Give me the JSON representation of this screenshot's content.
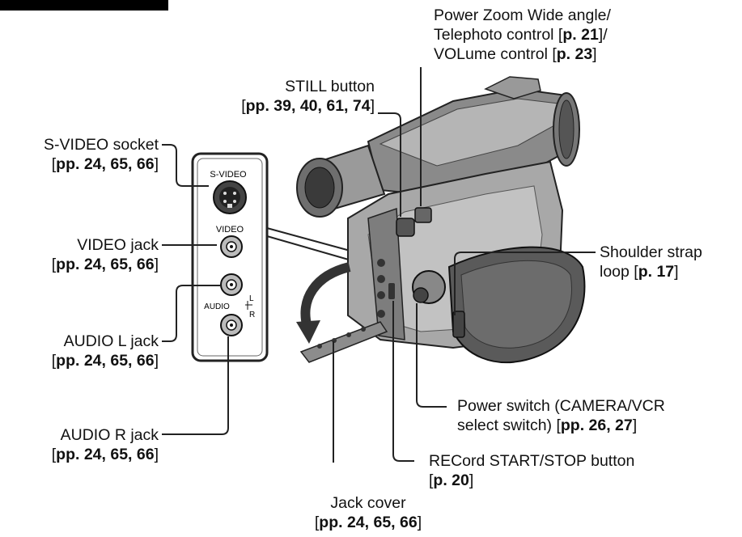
{
  "labels": {
    "zoom": {
      "line1": "Power Zoom Wide angle/",
      "line2_pre": "Telephoto control [",
      "line2_ref": "p. 21",
      "line2_post": "]/",
      "line3_pre": "VOLume control [",
      "line3_ref": "p. 23",
      "line3_post": "]"
    },
    "still": {
      "line1": "STILL button",
      "pre": "[",
      "ref": "pp. 39, 40, 61, 74",
      "post": "]"
    },
    "svideo": {
      "line1": "S-VIDEO socket",
      "pre": "[",
      "ref": "pp. 24, 65, 66",
      "post": "]"
    },
    "video": {
      "line1": "VIDEO jack",
      "pre": "[",
      "ref": "pp. 24, 65, 66",
      "post": "]"
    },
    "audio_l": {
      "line1": "AUDIO L jack",
      "pre": "[",
      "ref": "pp. 24, 65, 66",
      "post": "]"
    },
    "audio_r": {
      "line1": "AUDIO R jack",
      "pre": "[",
      "ref": "pp. 24, 65, 66",
      "post": "]"
    },
    "shoulder": {
      "line1": "Shoulder strap",
      "pre": "loop [",
      "ref": "p. 17",
      "post": "]"
    },
    "power": {
      "line1": "Power switch (CAMERA/VCR",
      "pre": "select switch) [",
      "ref": "pp. 26, 27",
      "post": "]"
    },
    "record": {
      "line1": "RECord START/STOP button",
      "pre": "[",
      "ref": "p. 20",
      "post": "]"
    },
    "jack_cover": {
      "line1": "Jack cover",
      "pre": "[",
      "ref": "pp. 24, 65, 66",
      "post": "]"
    }
  },
  "panel": {
    "svideo_text": "S-VIDEO",
    "video_text": "VIDEO",
    "audio_text": "AUDIO",
    "l_text": "L",
    "r_text": "R"
  }
}
